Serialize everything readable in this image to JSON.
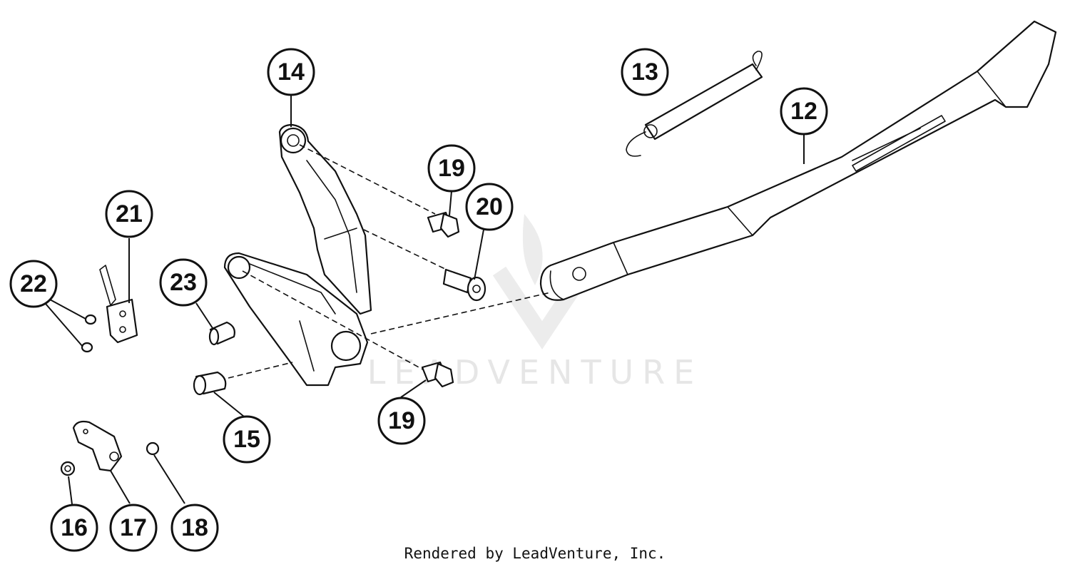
{
  "callouts": [
    {
      "id": "12",
      "label": "12"
    },
    {
      "id": "13",
      "label": "13"
    },
    {
      "id": "14",
      "label": "14"
    },
    {
      "id": "15",
      "label": "15"
    },
    {
      "id": "16",
      "label": "16"
    },
    {
      "id": "17",
      "label": "17"
    },
    {
      "id": "18",
      "label": "18"
    },
    {
      "id": "19a",
      "label": "19"
    },
    {
      "id": "19b",
      "label": "19"
    },
    {
      "id": "20",
      "label": "20"
    },
    {
      "id": "21",
      "label": "21"
    },
    {
      "id": "22",
      "label": "22"
    },
    {
      "id": "23",
      "label": "23"
    }
  ],
  "watermark": {
    "text": "LEADVENTURE"
  },
  "footer": {
    "text": "Rendered by LeadVenture, Inc."
  }
}
